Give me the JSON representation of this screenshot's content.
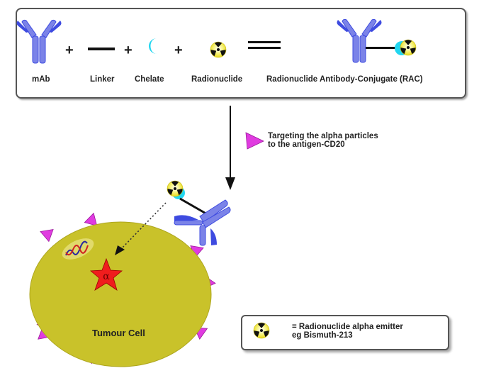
{
  "equation": {
    "components": [
      {
        "label": "mAb",
        "icon": "antibody-icon"
      },
      {
        "label": "Linker",
        "icon": "linker-icon"
      },
      {
        "label": "Chelate",
        "icon": "chelate-icon"
      },
      {
        "label": "Radionuclide",
        "icon": "radiation-icon"
      }
    ],
    "operators": [
      "+",
      "+",
      "+",
      "="
    ],
    "result": {
      "label": "Radionuclide Antibody-Conjugate (RAC)",
      "icon": "rac-icon"
    }
  },
  "targeting_note": {
    "line1": "Targeting the alpha particles",
    "line2": "to the antigen-CD20"
  },
  "cell": {
    "label": "Tumour Cell",
    "alpha_symbol": "α"
  },
  "legend": {
    "line1": "= Radionuclide alpha emitter",
    "line2": "eg Bismuth-213"
  },
  "colors": {
    "antibody": "#7b83e8",
    "antibody_dark": "#3e4be0",
    "chelate": "#22d6f0",
    "radiation_yellow": "#f4ef3a",
    "cell": "#c9c22a",
    "antigen": "#e03be0",
    "star": "#f01d1d"
  }
}
